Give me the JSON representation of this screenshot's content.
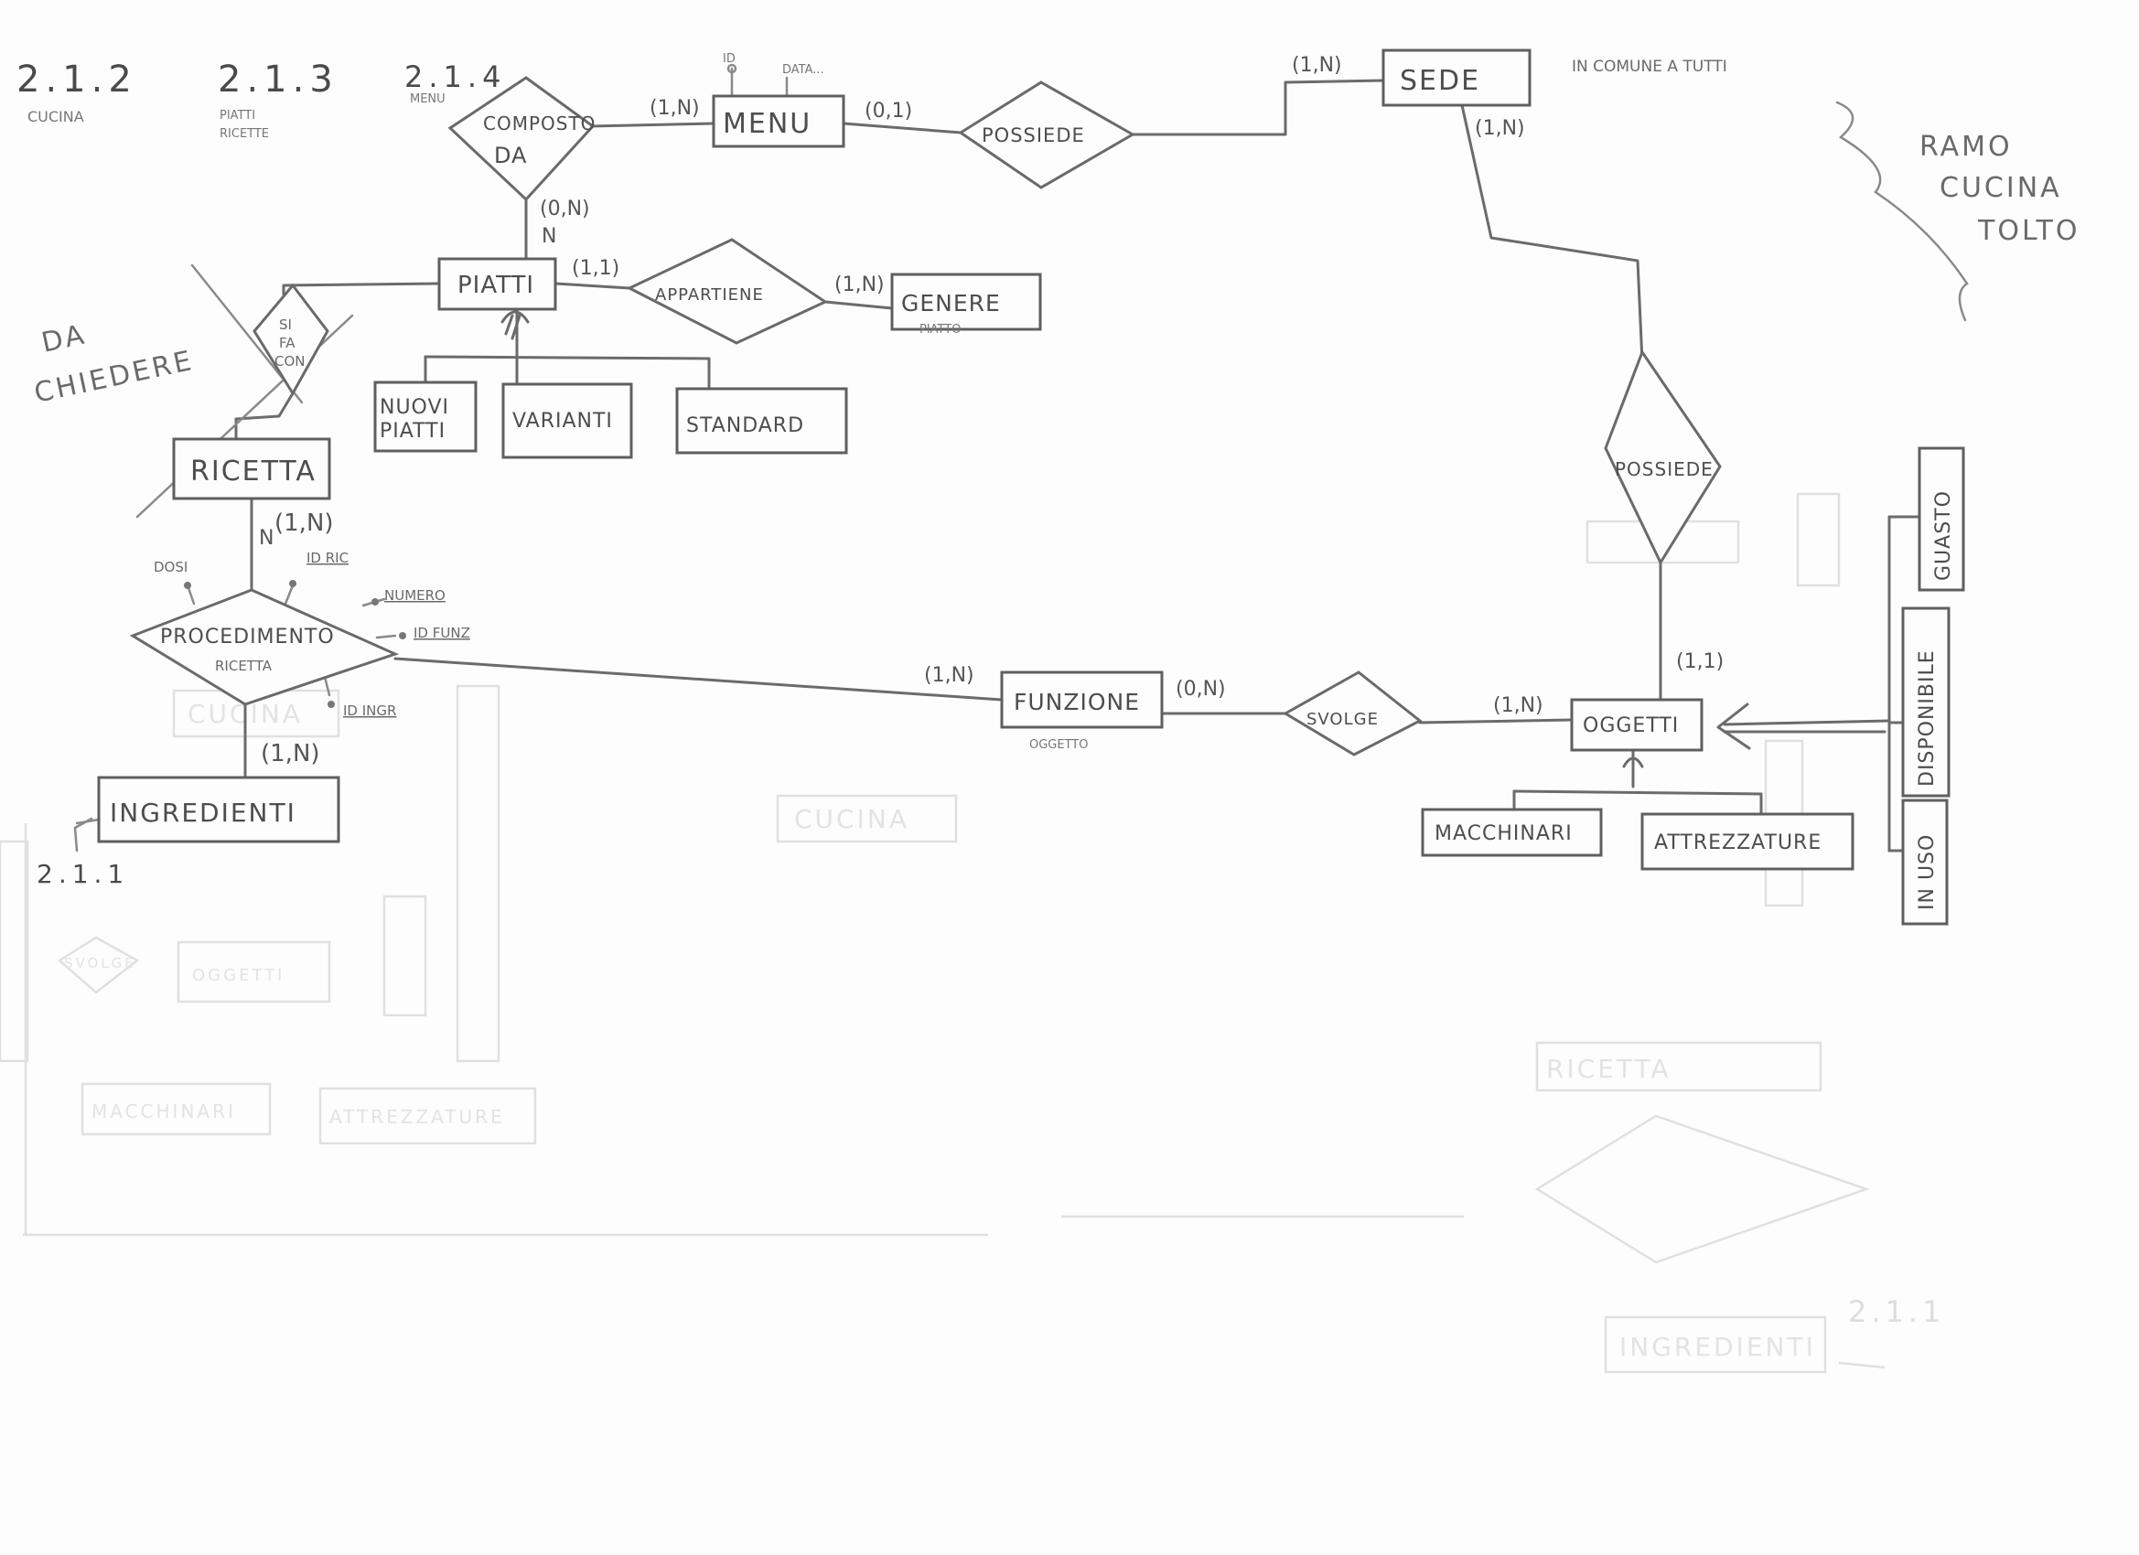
{
  "sections": {
    "s212": "2.1.2",
    "s212_sub": "CUCINA",
    "s213": "2.1.3",
    "s213_sub1": "PIATTI",
    "s213_sub2": "RICETTE",
    "s214": "2.1.4",
    "s214_sub": "MENU",
    "s211": "2.1.1"
  },
  "entities": {
    "menu": "MENU",
    "sede": "SEDE",
    "piatti": "PIATTI",
    "genere": "GENERE",
    "genere_sub": "PIATTO",
    "nuovi_piatti_1": "NUOVI",
    "nuovi_piatti_2": "PIATTI",
    "varianti": "VARIANTI",
    "standard": "STANDARD",
    "ricetta": "RICETTA",
    "ingredienti": "INGREDIENTI",
    "funzione": "FUNZIONE",
    "funzione_sub": "OGGETTO",
    "oggetti": "OGGETTI",
    "macchinari": "MACCHINARI",
    "attrezzature": "ATTREZZATURE",
    "guasto": "GUASTO",
    "disponibile": "DISPONIBILE",
    "in_uso": "IN USO"
  },
  "relations": {
    "composto_da_1": "COMPOSTO",
    "composto_da_2": "DA",
    "possiede_menu": "POSSIEDE",
    "appartiene": "APPARTIENE",
    "si_fa_con_1": "SI",
    "si_fa_con_2": "FA",
    "si_fa_con_3": "CON",
    "procedimento": "PROCEDIMENTO",
    "procedimento_sub": "RICETTA",
    "possiede_sede": "POSSIEDE",
    "svolge": "SVOLGE"
  },
  "cardinalities": {
    "menu_composto": "(1,N)",
    "menu_possiede": "(0,1)",
    "sede_possiede_menu": "(1,N)",
    "sede_possiede_ogg": "(1,N)",
    "piatti_composto": "(0,N)",
    "piatti_composto_n": "N",
    "piatti_appartiene": "(1,1)",
    "genere_appartiene": "(1,N)",
    "ricetta_proc": "(1,N)",
    "ricetta_proc_n": "N",
    "ingr_proc": "(1,N)",
    "funzione_proc": "(1,N)",
    "funzione_svolge": "(0,N)",
    "oggetti_svolge": "(1,N)",
    "oggetti_possiede": "(1,1)"
  },
  "attributes": {
    "menu_id": "ID",
    "menu_data": "DATA...",
    "dosi": "DOSI",
    "id_ric": "ID RIC",
    "numero": "NUMERO",
    "id_funz": "ID FUNZ",
    "id_ingr": "ID INGR"
  },
  "notes": {
    "in_comune": "IN COMUNE A TUTTI",
    "ramo_1": "RAMO",
    "ramo_2": "CUCINA",
    "ramo_3": "TOLTO",
    "da_chiedere_1": "DA",
    "da_chiedere_2": "CHIEDERE"
  },
  "ghost": {
    "cucina": "CUCINA",
    "cucina2": "CUCINA",
    "ricetta": "RICETTA",
    "ingredienti": "INGREDIENTI",
    "sec": "2.1.1",
    "svolge": "SVOLGE",
    "macchinari": "MACCHINARI",
    "attrezzature": "ATTREZZATURE",
    "oggetti": "OGGETTI"
  }
}
